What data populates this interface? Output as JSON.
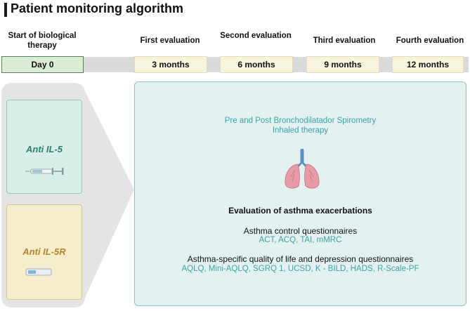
{
  "title": "Patient monitoring algorithm",
  "timeline": {
    "headers": {
      "start": "Start of biological therapy",
      "first": "First evaluation",
      "second": "Second evaluation",
      "third": "Third evaluation",
      "fourth": "Fourth evaluation"
    },
    "points": {
      "day0": "Day 0",
      "m3": "3 months",
      "m6": "6 months",
      "m9": "9 months",
      "m12": "12 months"
    }
  },
  "therapies": {
    "il5": "Anti IL-5",
    "il5r": "Anti IL-5R"
  },
  "evaluation": {
    "spirometry": "Pre and Post Bronchodilatador Spirometry",
    "inhaled": "Inhaled therapy",
    "exacerbations": "Evaluation of asthma exacerbations",
    "control_title": "Asthma control questionnaires",
    "control_items": "ACT, ACQ, TAI, mMRC",
    "qol_title": "Asthma-specific quality of life and depression questionnaires",
    "qol_items": "AQLQ, Mini-AQLQ, SGRQ 1, UCSD,  K - BILD, HADS, R-Scale-PF"
  },
  "icons": {
    "syringe": "syringe-icon",
    "inhaler": "inhaler-icon",
    "lungs": "lungs-icon"
  },
  "colors": {
    "day0_fill": "#dcebd6",
    "month_fill": "#f7f4dd",
    "il5_card": "#d7efe8",
    "il5r_card": "#f6edcc",
    "panel_fill": "#e3f1f1",
    "teal_text": "#3aa3a8"
  }
}
